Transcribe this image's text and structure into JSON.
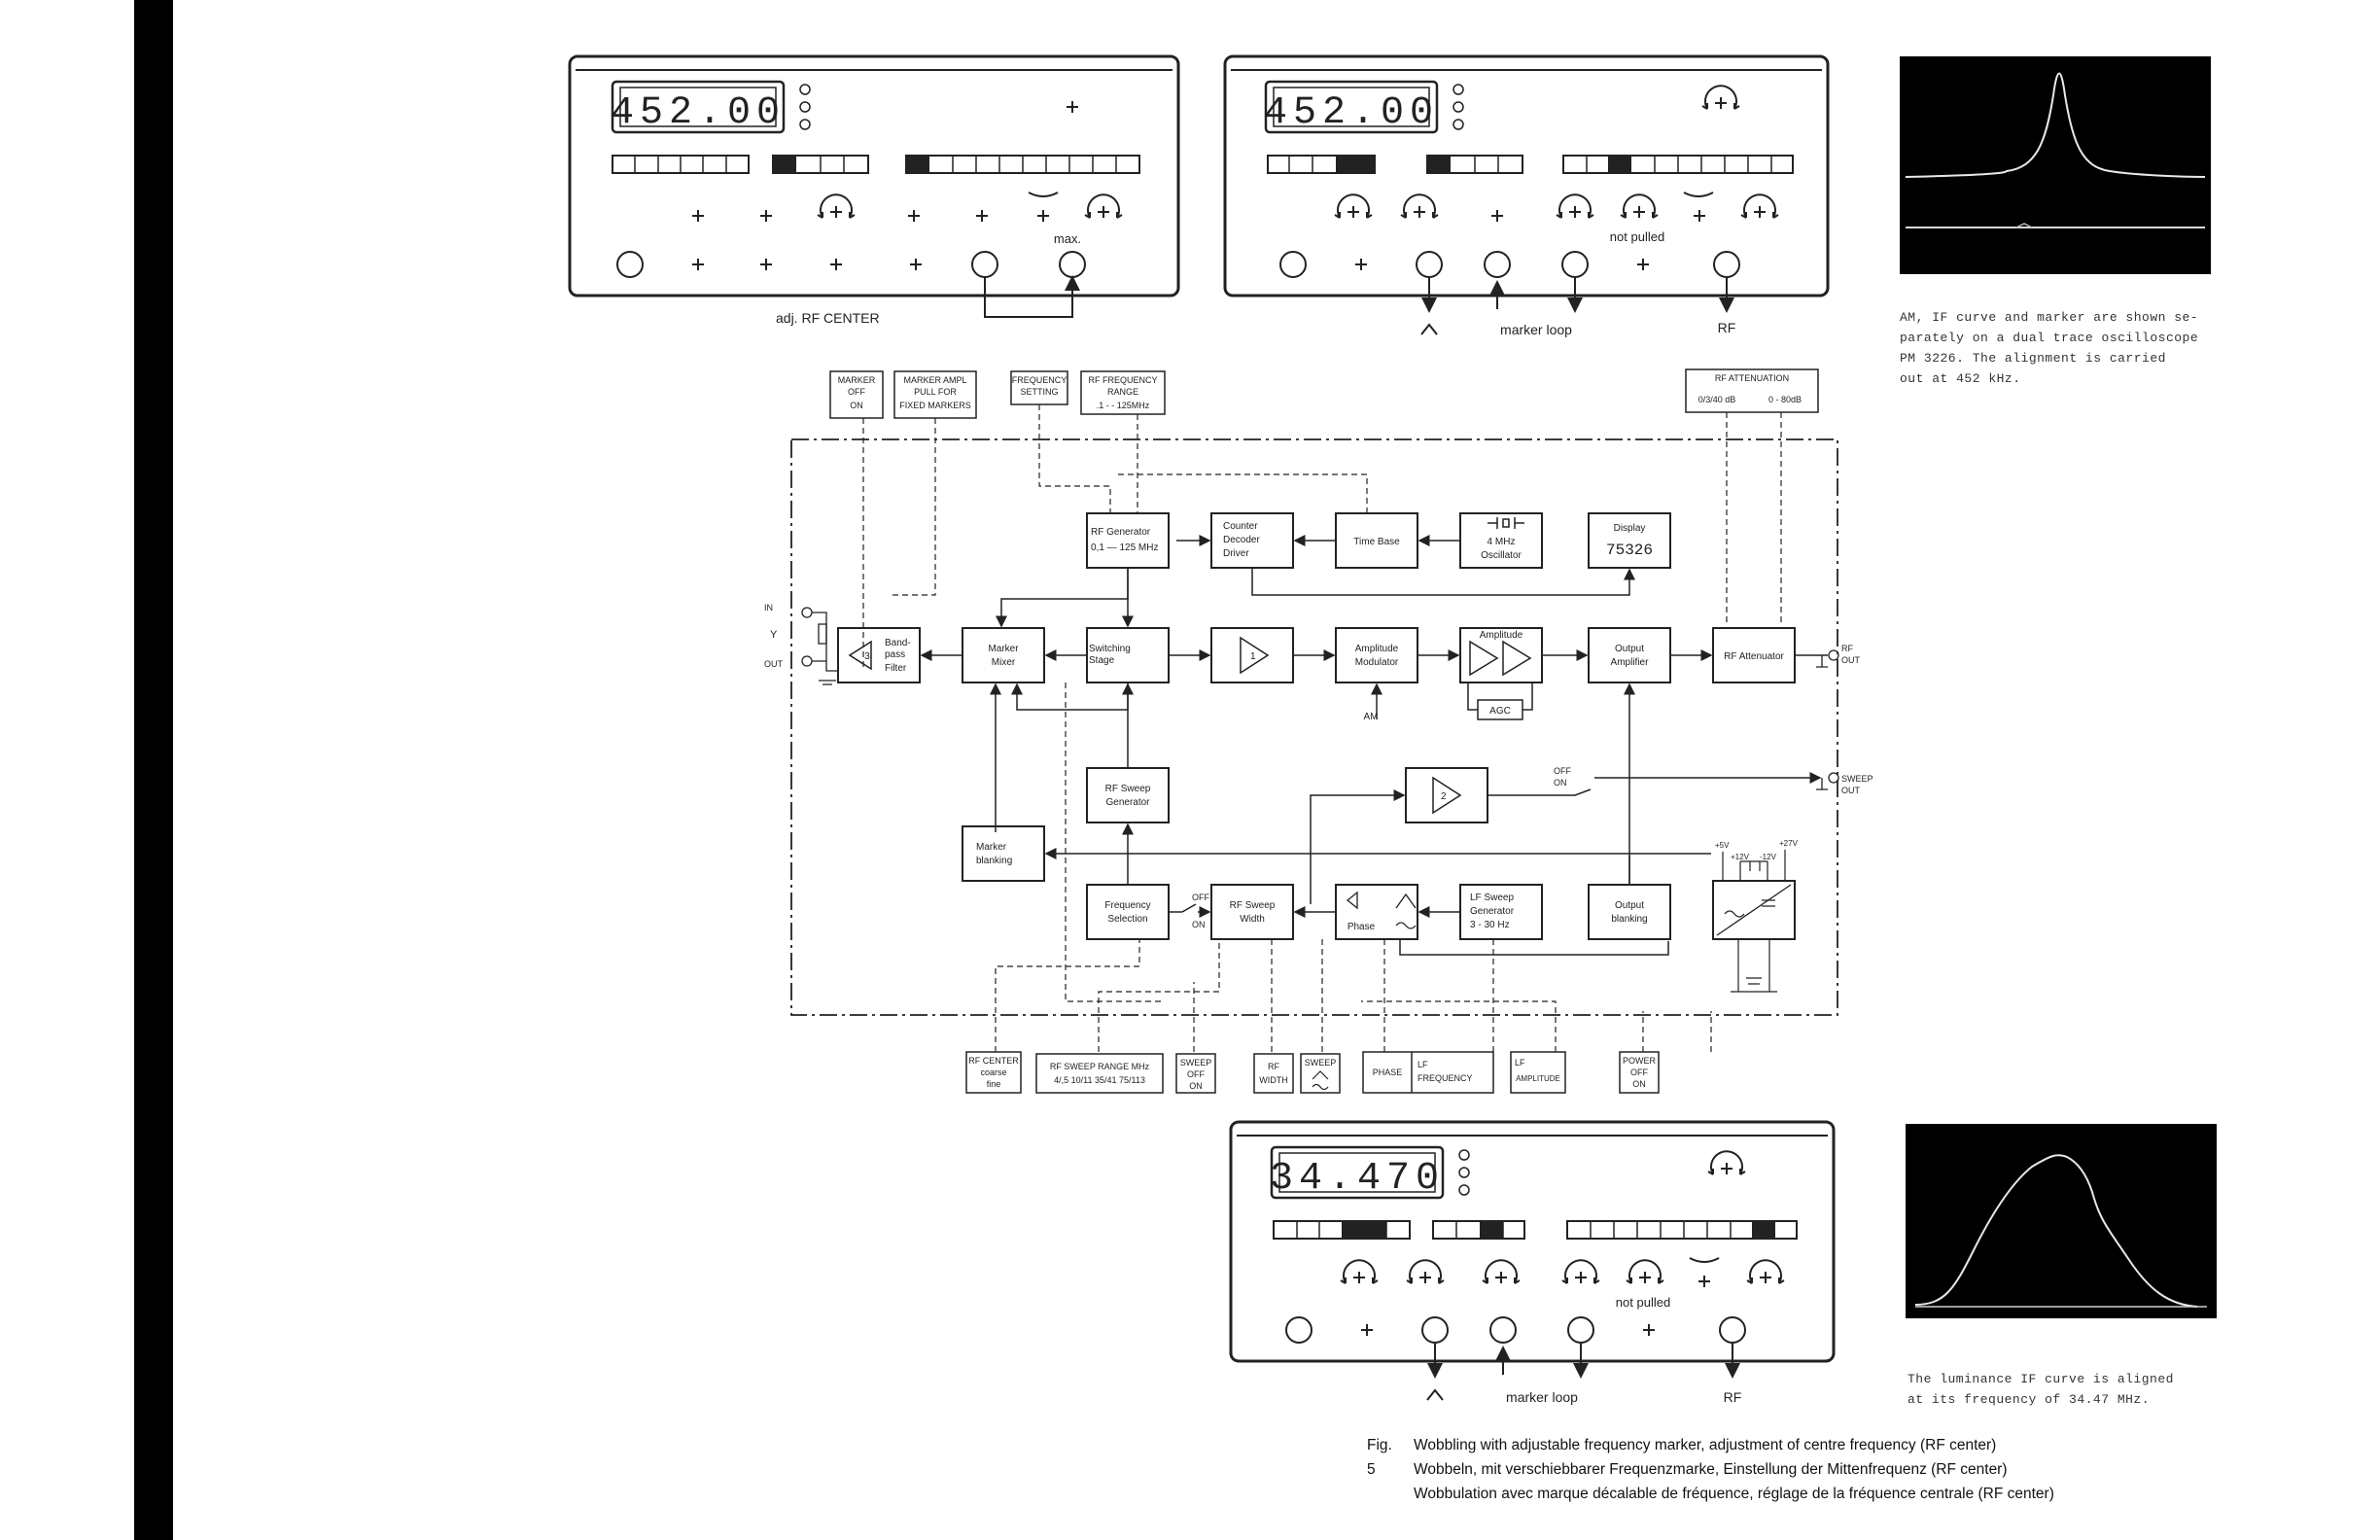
{
  "panels": [
    {
      "display": "452.00",
      "labels": {
        "bottom_left": "adj. RF CENTER",
        "max": "max."
      }
    },
    {
      "display": "452.00",
      "labels": {
        "not_pulled": "not pulled",
        "marker_loop": "marker loop",
        "rf": "RF"
      }
    },
    {
      "display": "34.470",
      "labels": {
        "not_pulled": "not pulled",
        "marker_loop": "marker loop",
        "rf": "RF"
      }
    }
  ],
  "scope_captions": {
    "top": [
      "AM, IF curve and marker are shown se-",
      "parately on a dual trace oscilloscope",
      "PM 3226. The alignment is carried",
      "out at 452 kHz."
    ],
    "bottom": [
      "The   luminance IF curve is aligned",
      "at its frequency of 34.47 MHz."
    ]
  },
  "controls_top": {
    "marker": [
      "MARKER",
      "OFF",
      "ON"
    ],
    "marker_ampl": [
      "MARKER AMPL",
      "PULL FOR",
      "FIXED MARKERS"
    ],
    "frequency_setting": [
      "FREQUENCY",
      "SETTING"
    ],
    "rf_frequency_range": [
      "RF FREQUENCY",
      "RANGE",
      ".1 -    - 125MHz"
    ],
    "rf_attenuation": [
      "RF ATTENUATION",
      "0/3/40 dB",
      "0 - 80dB"
    ]
  },
  "blocks": {
    "rf_generator": [
      "RF Generator",
      "0,1 — 125 MHz"
    ],
    "counter": [
      "Counter",
      "Decoder",
      "Driver"
    ],
    "time_base": "Time Base",
    "oscillator": [
      "4 MHz",
      "Oscillator"
    ],
    "display": [
      "Display",
      "75326"
    ],
    "bandpass": [
      "Band-",
      "pass",
      "Filter"
    ],
    "bandpass_num": "3",
    "marker_mixer": [
      "Marker",
      "Mixer"
    ],
    "switching": [
      "Switching",
      "Stage"
    ],
    "amp1": "1",
    "amplitude_modulator": [
      "Amplitude",
      "Modulator"
    ],
    "amplitude": "Amplitude",
    "agc": "AGC",
    "output_amplifier": [
      "Output",
      "Amplifier"
    ],
    "rf_attenuator": "RF Attenuator",
    "rf_sweep_generator": [
      "RF Sweep",
      "Generator"
    ],
    "amp2": "2",
    "marker_blanking": [
      "Marker",
      "blanking"
    ],
    "frequency_selection": [
      "Frequency",
      "Selection"
    ],
    "rf_sweep_width": [
      "RF Sweep",
      "Width"
    ],
    "phase": "Phase",
    "lf_sweep_generator": [
      "LF Sweep",
      "Generator",
      "3 - 30 Hz"
    ],
    "output_blanking": [
      "Output",
      "blanking"
    ]
  },
  "io_labels": {
    "in": "IN",
    "y": "Y",
    "out": "OUT",
    "rf": "RF",
    "rf_out": "OUT",
    "sweep": "SWEEP",
    "sweep_out": "OUT",
    "off": "OFF",
    "on": "ON",
    "am": "AM",
    "voltages": [
      "+5V",
      "+12V",
      "-12V",
      "+27V"
    ]
  },
  "controls_bottom": {
    "rf_center": [
      "RF CENTER",
      "coarse",
      "fine"
    ],
    "rf_sweep": [
      "RF SWEEP   RANGE MHz",
      "4/,5  10/11   35/41  75/113"
    ],
    "sweep_off_on": [
      "SWEEP",
      "OFF",
      "ON"
    ],
    "rf_width": [
      "RF",
      "WIDTH"
    ],
    "sweep_shape": "SWEEP",
    "phase": "PHASE",
    "lf_frequency": [
      "LF",
      "FREQUENCY"
    ],
    "lf_amplitude": [
      "LF",
      "AMPLITUDE"
    ],
    "power": [
      "POWER",
      "OFF",
      "ON"
    ]
  },
  "figure_caption": {
    "number": "Fig. 5",
    "lines": [
      "Wobbling with adjustable frequency marker, adjustment of centre frequency (RF center)",
      "Wobbeln, mit verschiebbarer Frequenzmarke, Einstellung der Mittenfrequenz (RF center)",
      "Wobbulation avec marque décalable de fréquence, réglage de la fréquence centrale (RF center)"
    ]
  },
  "colors": {
    "ink": "#222222",
    "scope_bg": "#000000",
    "trace": "#e8e8e8"
  }
}
